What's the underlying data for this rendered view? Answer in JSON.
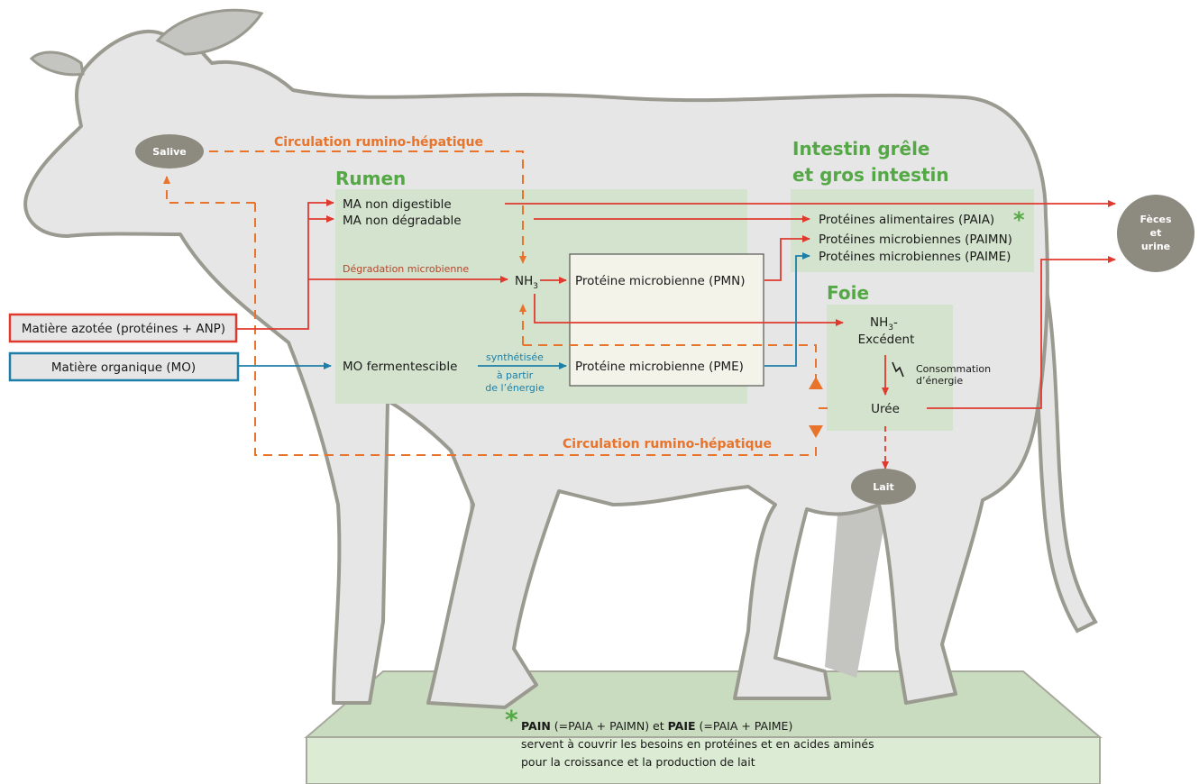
{
  "labels": {
    "salive": "Salive",
    "circulation_top": "Circulation rumino-hépatique",
    "circulation_bottom": "Circulation rumino-hépatique",
    "rumen": "Rumen",
    "intestin_line1": "Intestin grêle",
    "intestin_line2": "et gros intestin",
    "foie": "Foie",
    "ma_non_digestible": "MA non digestible",
    "ma_non_degradable": "MA non dégradable",
    "degradation": "Dégradation microbienne",
    "nh3": "NH",
    "nh3_sub": "3",
    "pmn": "Protéine microbienne (PMN)",
    "pme": "Protéine microbienne (PME)",
    "mo_fermentescible": "MO fermentescible",
    "synth_line1": "synthétisée",
    "synth_line2": "à partir",
    "synth_line3": "de l’énergie",
    "paia": "Protéines alimentaires (PAIA)",
    "paimn": "Protéines microbiennes (PAIMN)",
    "paime": "Protéines microbiennes (PAIME)",
    "nh3_excedent_line1": "NH",
    "nh3_excedent_sub": "3",
    "nh3_excedent_dash": "-",
    "nh3_excedent_line2": "Excédent",
    "consommation_line1": "Consommation",
    "consommation_line2": "d’énergie",
    "uree": "Urée",
    "lait": "Lait",
    "feces_line1": "Fèces",
    "feces_line2": "et",
    "feces_line3": "urine",
    "matiere_azotee": "Matière azotée (protéines + ANP)",
    "matiere_organique": "Matière organique (MO)",
    "asterisk": "*",
    "footnote_pain": "PAIN",
    "footnote_mid1": " (=PAIA + PAIMN) et ",
    "footnote_paie": "PAIE",
    "footnote_mid2": " (=PAIA + PAIME)",
    "footnote_line2": "servent à couvrir les besoins en protéines et en acides aminés",
    "footnote_line3": "pour la croissance et la production de lait"
  },
  "colors": {
    "cow_body": "#e6e6e6",
    "cow_outline": "#9b9a90",
    "zone_green": "#d4e3cd",
    "pedestal": "#dcebd3",
    "accent_green": "#55a846",
    "orange": "#e8742c",
    "red": "#e03a2f",
    "blue": "#1d7fa8",
    "grey_ellipse": "#8d8a80"
  }
}
